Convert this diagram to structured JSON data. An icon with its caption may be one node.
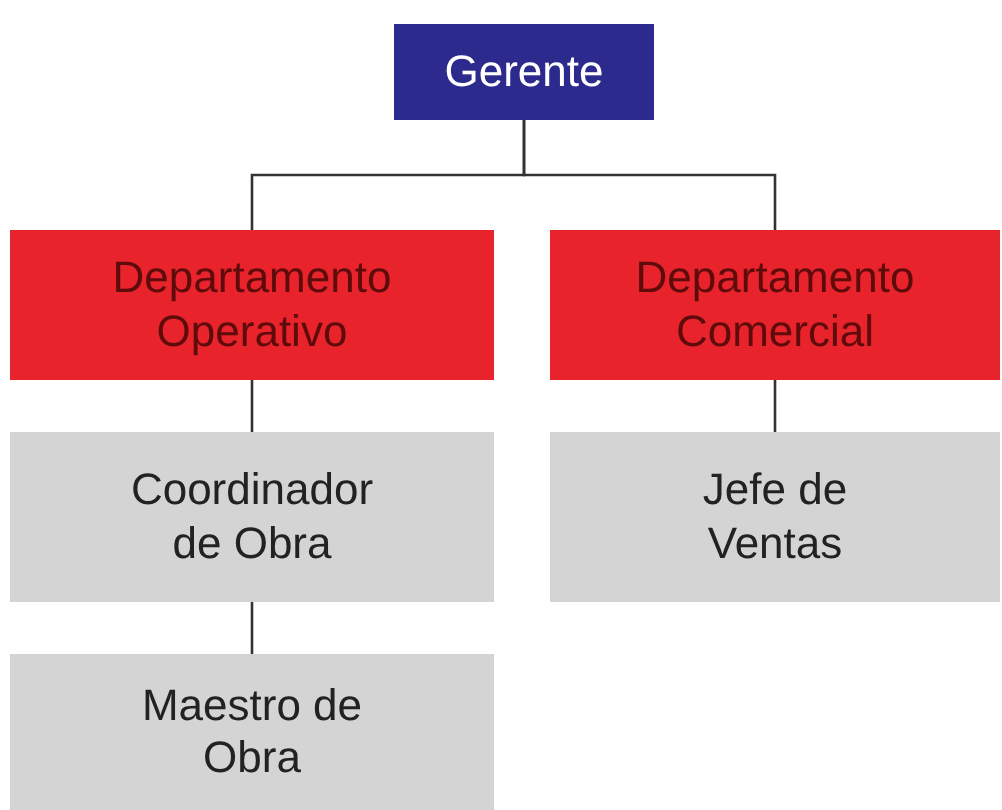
{
  "diagram": {
    "nodes": [
      {
        "text": [
          "Gerente"
        ]
      },
      {
        "text": [
          "Departamento Operativo"
        ]
      },
      {
        "text": [
          "Departamento Comercial"
        ]
      },
      {
        "text": [
          "Coordinador de Obra"
        ]
      },
      {
        "text": [
          "Jefe de Ventas"
        ]
      },
      {
        "text": [
          "Maestro de Obra"
        ]
      }
    ],
    "edges": [
      {
        "from": 0,
        "to": 1,
        "arrow": "none"
      },
      {
        "from": 0,
        "to": 2,
        "arrow": "none"
      },
      {
        "from": 1,
        "to": 3,
        "arrow": "none"
      },
      {
        "from": 2,
        "to": 4,
        "arrow": "none"
      },
      {
        "from": 3,
        "to": 5,
        "arrow": "none"
      }
    ]
  }
}
